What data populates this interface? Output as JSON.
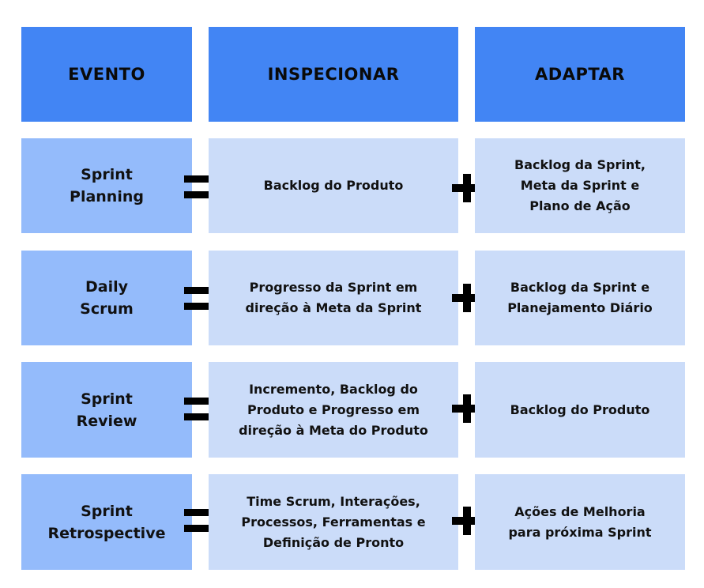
{
  "headers": {
    "event": "EVENTO",
    "inspect": "INSPECIONAR",
    "adapt": "ADAPTAR"
  },
  "rows": [
    {
      "event": "Sprint\nPlanning",
      "inspect": "Backlog do Produto",
      "adapt": "Backlog da Sprint,\nMeta da Sprint e\nPlano de Ação"
    },
    {
      "event": "Daily\nScrum",
      "inspect": "Progresso da Sprint em\ndireção à Meta da Sprint",
      "adapt": "Backlog da Sprint e\nPlanejamento Diário"
    },
    {
      "event": "Sprint\nReview",
      "inspect": "Incremento, Backlog do\nProduto e Progresso em\ndireção à Meta do Produto",
      "adapt": "Backlog do Produto"
    },
    {
      "event": "Sprint\nRetrospective",
      "inspect": "Time Scrum, Interações,\nProcessos, Ferramentas e\nDefinição de Pronto",
      "adapt": "Ações de Melhoria\npara próxima Sprint"
    }
  ],
  "symbols": {
    "equals": "equals-icon",
    "plus": "plus-icon"
  },
  "colors": {
    "header": "#4285f4",
    "event": "#94bbfb",
    "body": "#cbdcf9",
    "symbol": "#000000"
  }
}
